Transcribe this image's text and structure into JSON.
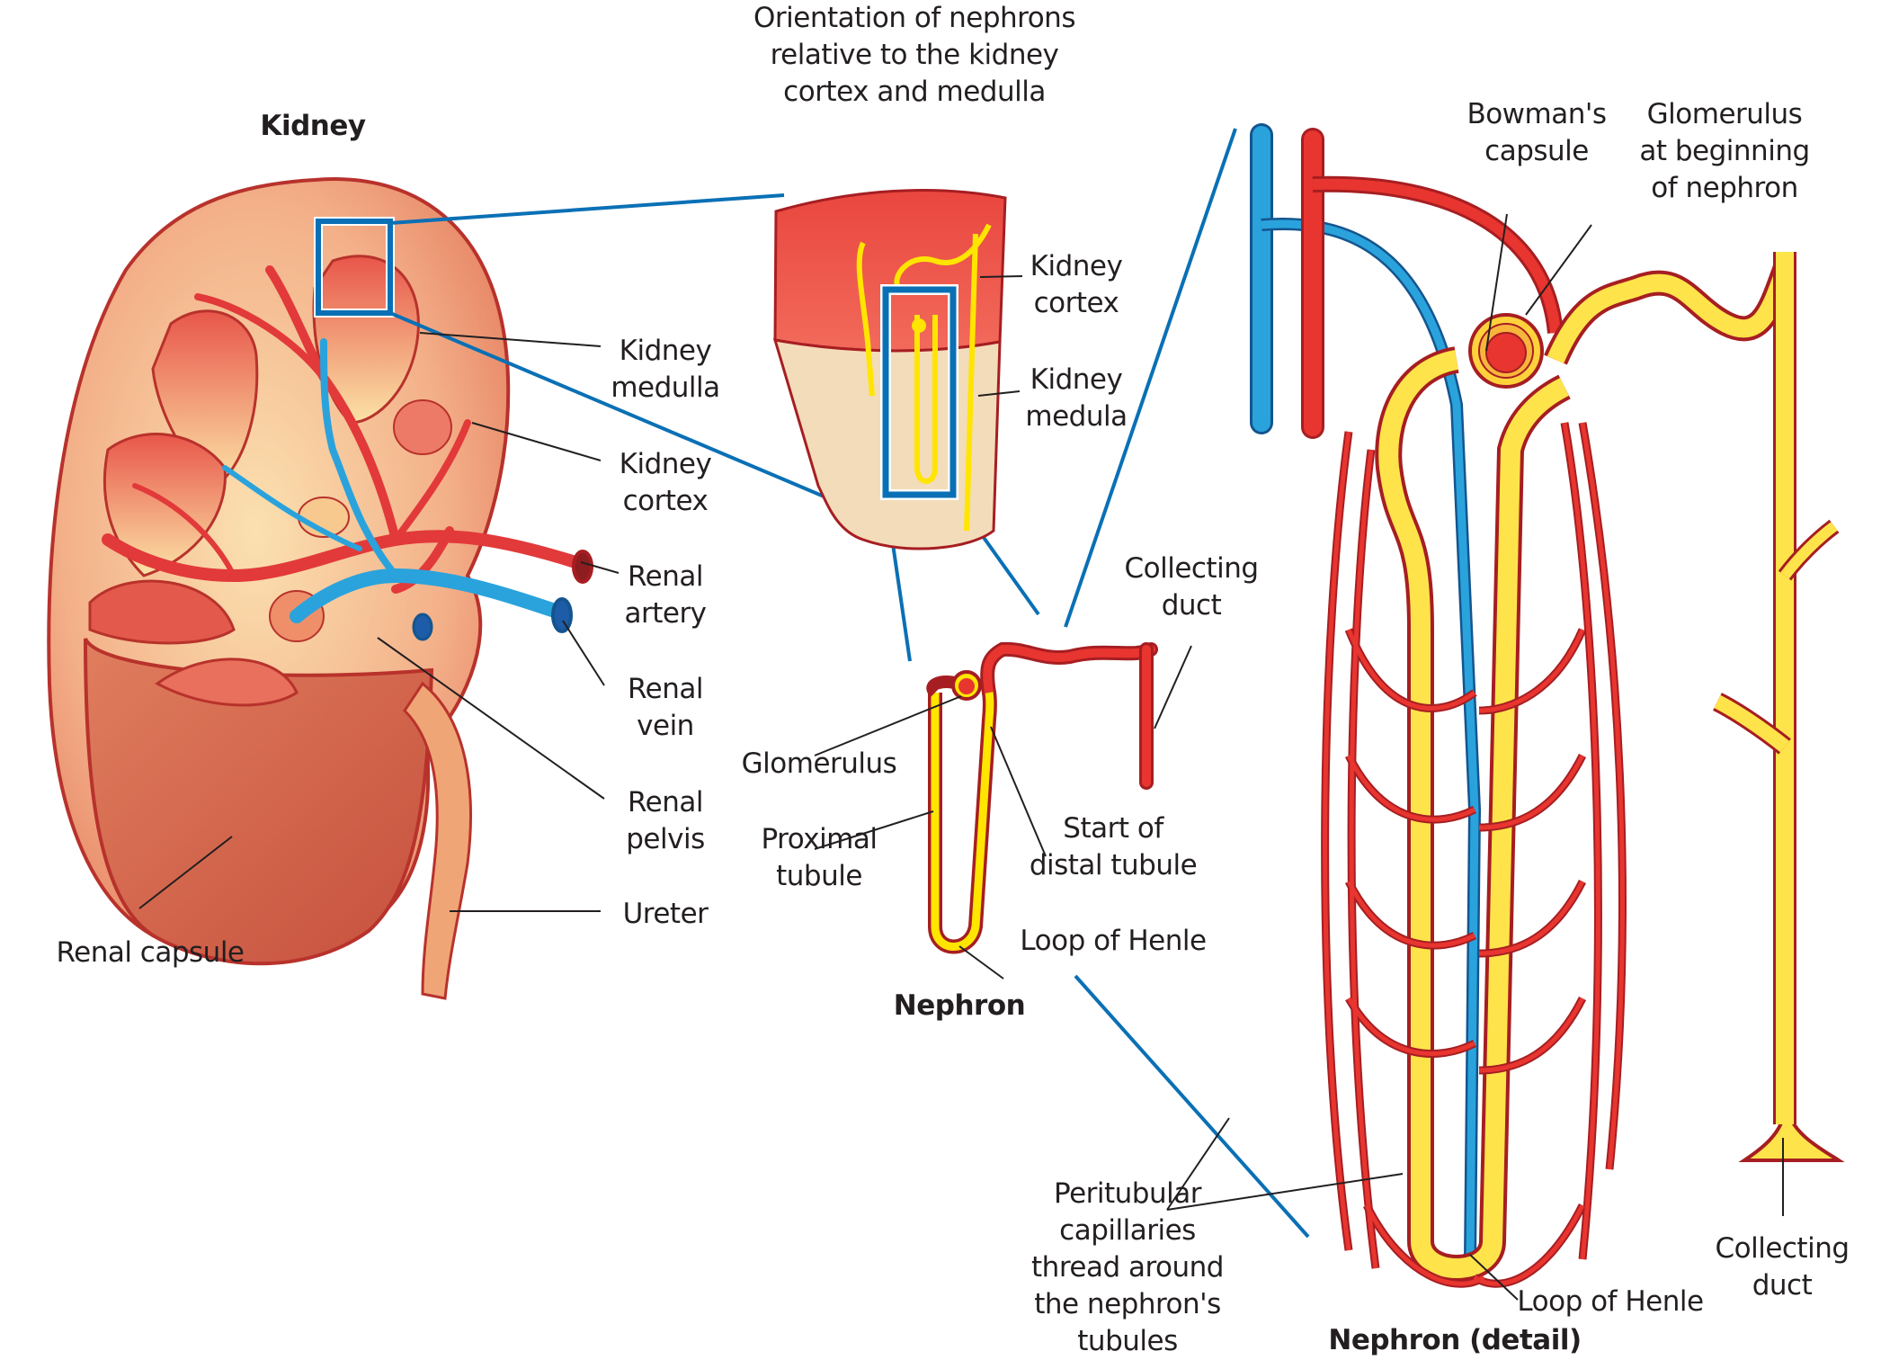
{
  "figure": {
    "panels": {
      "kidney": {
        "title": "Kidney",
        "labels": {
          "kidney_medulla": [
            "Kidney",
            "medulla"
          ],
          "kidney_cortex": [
            "Kidney",
            "cortex"
          ],
          "renal_artery": [
            "Renal",
            "artery"
          ],
          "renal_vein": [
            "Renal",
            "vein"
          ],
          "renal_pelvis": [
            "Renal",
            "pelvis"
          ],
          "ureter": [
            "Ureter"
          ],
          "renal_capsule": [
            "Renal capsule"
          ]
        }
      },
      "orientation": {
        "title": [
          "Orientation of nephrons",
          "relative to the kidney",
          "cortex and medulla"
        ],
        "labels": {
          "kidney_cortex": [
            "Kidney",
            "cortex"
          ],
          "kidney_medula": [
            "Kidney",
            "medula"
          ]
        }
      },
      "nephron": {
        "title": "Nephron",
        "labels": {
          "collecting_duct": [
            "Collecting",
            "duct"
          ],
          "glomerulus": [
            "Glomerulus"
          ],
          "proximal_tubule": [
            "Proximal",
            "tubule"
          ],
          "start_distal_tubule": [
            "Start of",
            "distal tubule"
          ],
          "loop_of_henle": [
            "Loop of Henle"
          ]
        }
      },
      "nephron_detail": {
        "title": "Nephron (detail)",
        "labels": {
          "bowmans_capsule": [
            "Bowman's",
            "capsule"
          ],
          "glomerulus": [
            "Glomerulus",
            "at beginning",
            "of nephron"
          ],
          "collecting_duct": [
            "Collecting",
            "duct"
          ],
          "peritubular": [
            "Peritubular",
            "capillaries",
            "thread around",
            "the nephron's",
            "tubules"
          ],
          "loop_of_henle": [
            "Loop of Henle"
          ]
        }
      }
    },
    "colors": {
      "artery": "#e8352f",
      "vein": "#2aa3dc",
      "tubule": "#ffe34a",
      "outline": "#a61e22",
      "callout_line": "#0a70b5",
      "text": "#231f20",
      "tissue": "#f2a37a"
    }
  }
}
